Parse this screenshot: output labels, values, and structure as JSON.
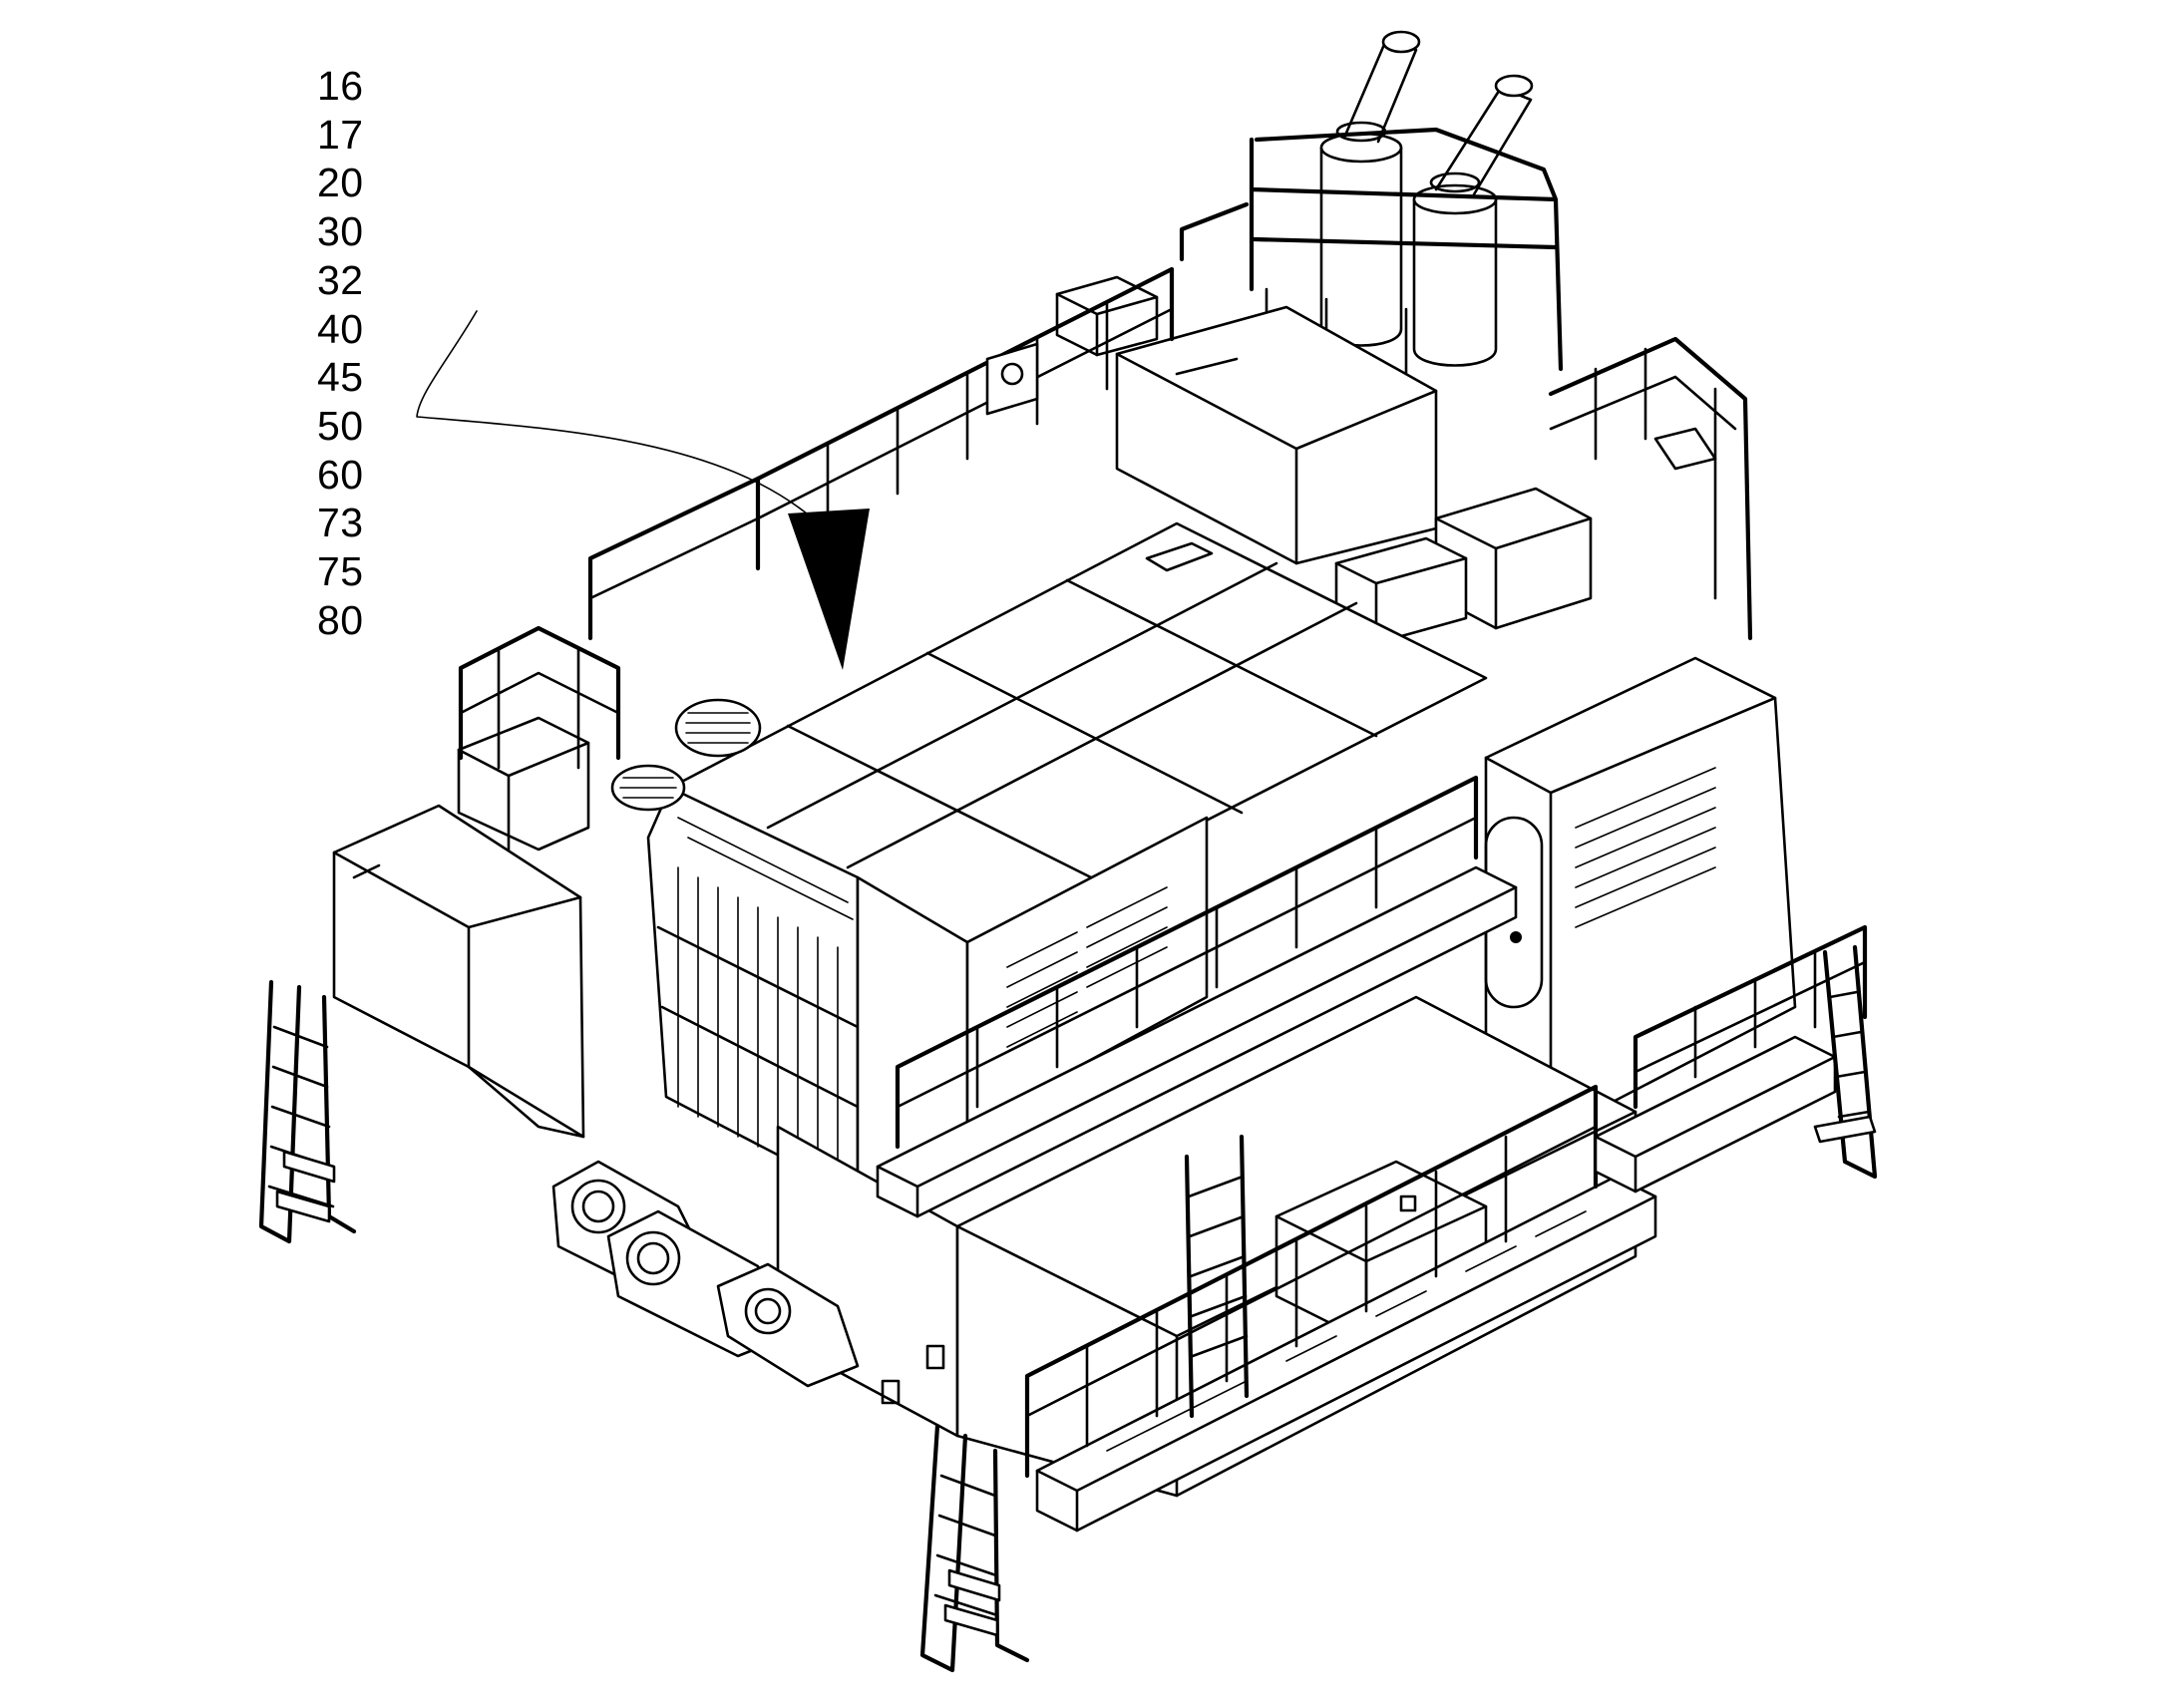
{
  "callout_numbers": [
    "16",
    "17",
    "20",
    "30",
    "32",
    "40",
    "45",
    "50",
    "60",
    "73",
    "75",
    "80"
  ],
  "colors": {
    "ink": "#000000",
    "paper": "#ffffff"
  }
}
